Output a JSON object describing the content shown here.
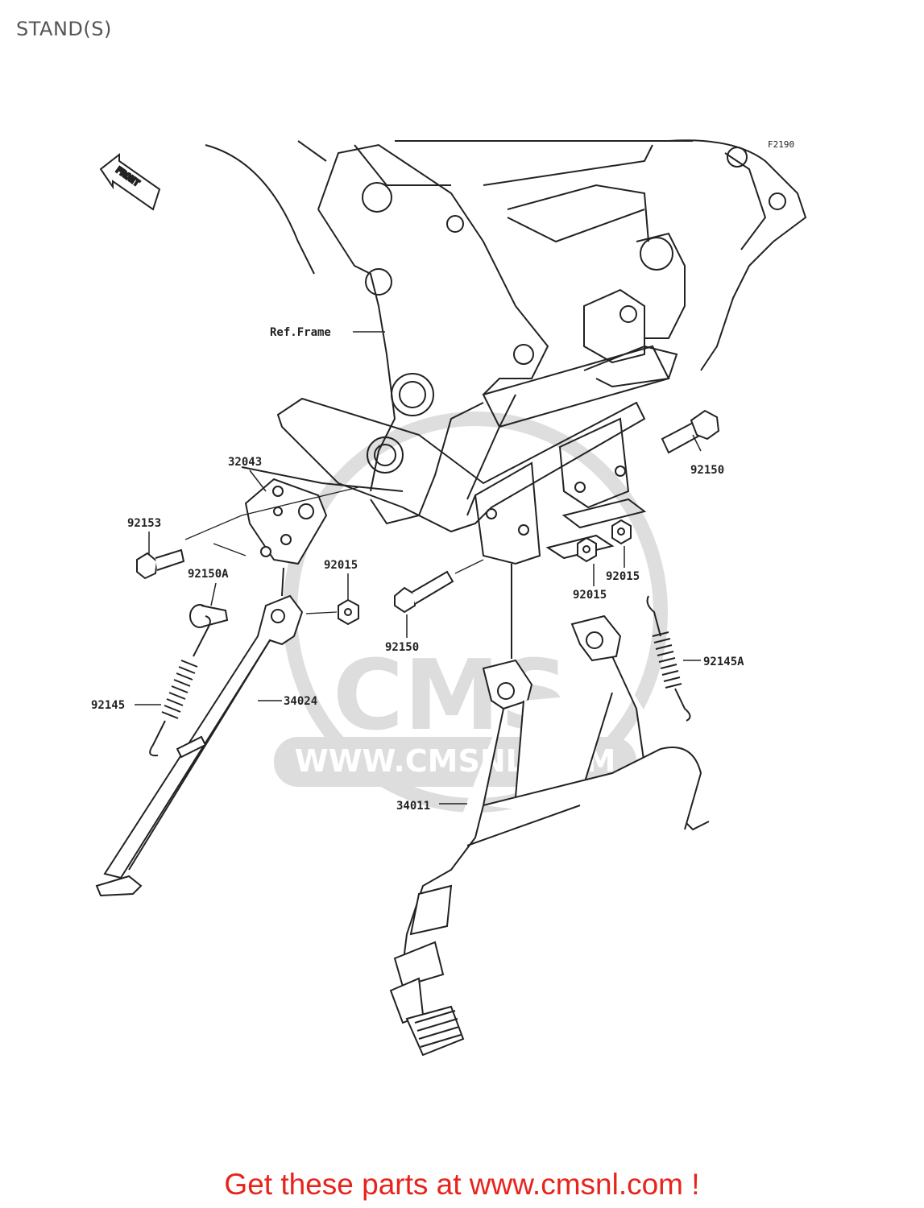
{
  "page": {
    "title": "STAND(S)",
    "cta": "Get these parts at www.cmsnl.com !",
    "cta_color": "#e8231c"
  },
  "diagram": {
    "figure_code": "F2190",
    "front_label": "FRONT",
    "watermark": "WWW.CMSNL.COM",
    "labels": {
      "ref_frame": "Ref.Frame",
      "p32043": "32043",
      "p92153": "92153",
      "p92150a": "92150A",
      "p92015_nut_left": "92015",
      "p92150_right": "92150",
      "p92015_center": "92015",
      "p92015_right": "92015",
      "p92150_center": "92150",
      "p92145a": "92145A",
      "p92145": "92145",
      "p34024": "34024",
      "p34011": "34011"
    }
  }
}
